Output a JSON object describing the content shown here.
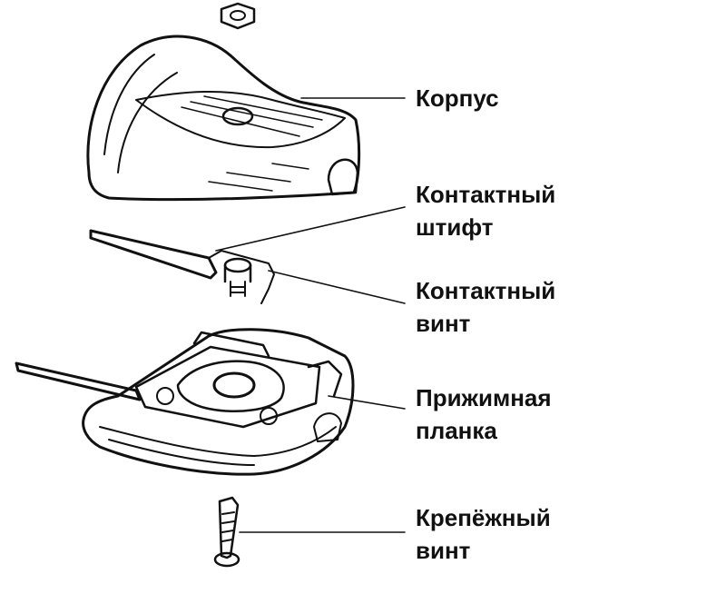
{
  "labels": {
    "body": [
      "Корпус"
    ],
    "pin": [
      "Контактный",
      "штифт"
    ],
    "screw": [
      "Контактный",
      "винт"
    ],
    "plate": [
      "Прижимная",
      "планка"
    ],
    "fixing_screw": [
      "Крепёжный",
      "винт"
    ]
  },
  "colors": {
    "ink": "#111111",
    "paper": "#ffffff",
    "shade": "#e6e6e6"
  }
}
